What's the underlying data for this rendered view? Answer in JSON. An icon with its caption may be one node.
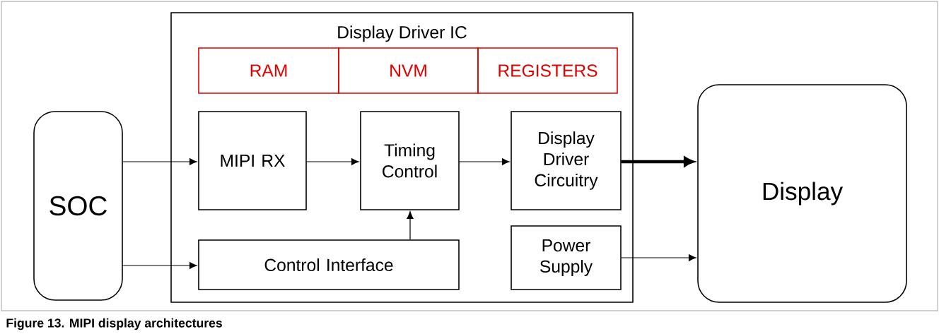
{
  "diagram": {
    "caption": "Figure 13.  MIPI display architectures",
    "nodes": [
      {
        "text": [
          "SOC"
        ]
      },
      {
        "text": [
          "Display Driver IC"
        ]
      },
      {
        "text": [
          "RAM"
        ],
        "in": 1
      },
      {
        "text": [
          "NVM"
        ],
        "in": 1
      },
      {
        "text": [
          "REGISTERS"
        ],
        "in": 1
      },
      {
        "text": [
          "MIPI RX"
        ],
        "in": 1
      },
      {
        "text": [
          "Timing Control"
        ],
        "in": 1
      },
      {
        "text": [
          "Display Driver Circuitry"
        ],
        "in": 1
      },
      {
        "text": [
          "Control Interface"
        ],
        "in": 1
      },
      {
        "text": [
          "Power Supply"
        ],
        "in": 1
      },
      {
        "text": [
          "Display"
        ]
      }
    ],
    "edges": [
      {
        "from": 0,
        "to": 5,
        "arrow": "to"
      },
      {
        "from": 0,
        "to": 8,
        "arrow": "to"
      },
      {
        "from": 5,
        "to": 6,
        "arrow": "to"
      },
      {
        "from": 6,
        "to": 7,
        "arrow": "to"
      },
      {
        "from": 8,
        "to": 6,
        "arrow": "to"
      },
      {
        "from": 7,
        "to": 10,
        "arrow": "to",
        "style": "thick"
      },
      {
        "from": 9,
        "to": 10,
        "arrow": "to"
      }
    ]
  }
}
